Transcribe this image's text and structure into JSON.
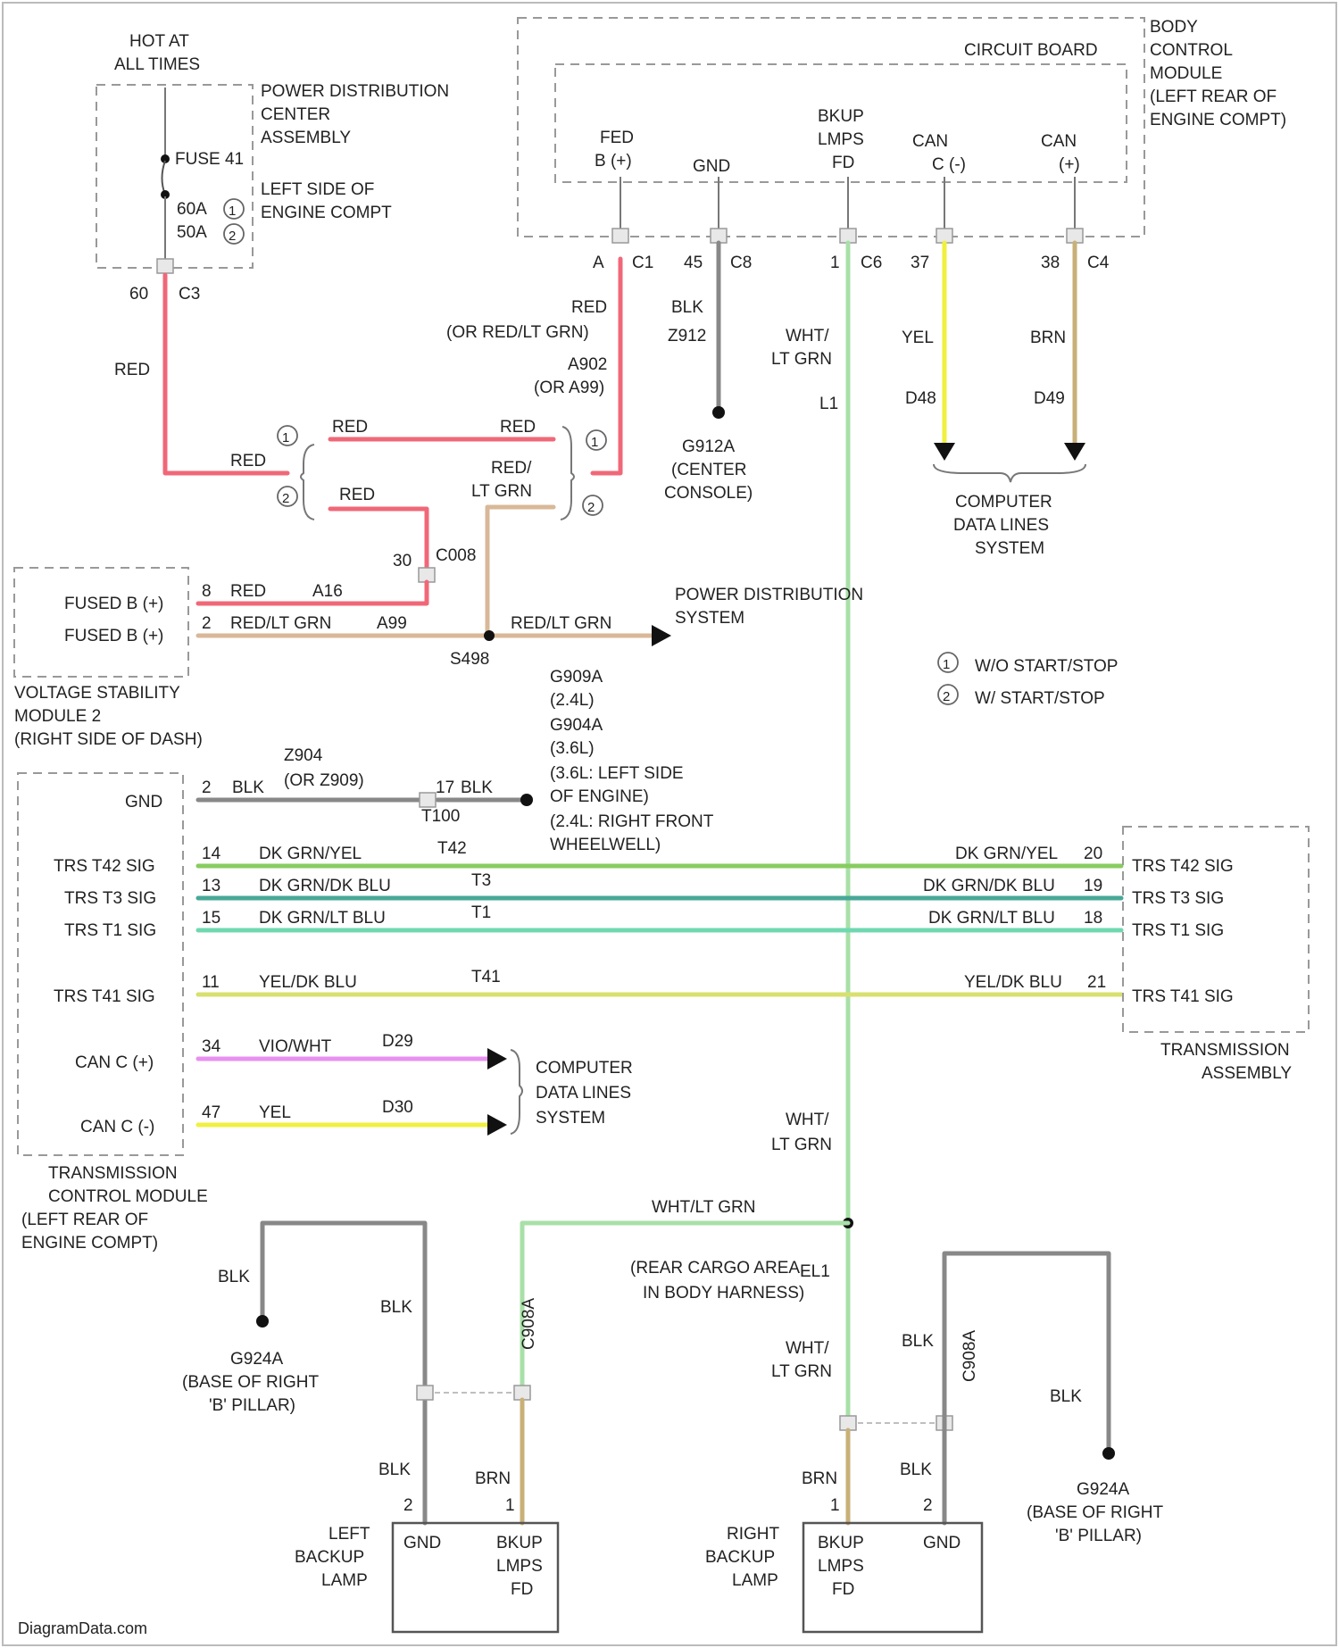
{
  "colors": {
    "red": "#f06878",
    "blk": "#888888",
    "grn": "#a8e0a8",
    "yel": "#f0f040",
    "brn": "#c8b078",
    "redltgrn": "#d8b898",
    "dkgrnyel": "#88cc60",
    "dkgrndkblu": "#48a898",
    "dkgrnltblu": "#70d8b0",
    "yeldkblu": "#d8e070",
    "vio": "#e890f0"
  },
  "labels": {
    "hot": "HOT AT",
    "hot2": "ALL TIMES",
    "pdc1": "POWER DISTRIBUTION",
    "pdc2": "CENTER",
    "pdc3": "ASSEMBLY",
    "pdc4": "LEFT SIDE OF",
    "pdc5": "ENGINE COMPT",
    "fuse": "FUSE 41",
    "f60": "60A",
    "f50": "50A",
    "pin60": "60",
    "c3": "C3",
    "red_v": "RED",
    "bcm1": "BODY",
    "bcm2": "CONTROL",
    "bcm3": "MODULE",
    "bcm4": "(LEFT REAR OF",
    "bcm5": "ENGINE COMPT)",
    "cb": "CIRCUIT BOARD",
    "fed1": "FED",
    "fed2": "B (+)",
    "gnd_bcm": "GND",
    "bkup1": "BKUP",
    "bkup2": "LMPS",
    "bkup3": "FD",
    "can1": "CAN",
    "can1b": "C (-)",
    "can2": "CAN",
    "can2b": "(+)",
    "pa": "A",
    "c1": "C1",
    "p45": "45",
    "c8a": "C8",
    "p1": "1",
    "c6": "C6",
    "p37": "37",
    "p38": "38",
    "c4": "C4",
    "red_top": "RED",
    "orred": "(OR RED/LT GRN)",
    "a902": "A902",
    "ora": "(OR A99)",
    "blk1": "BLK",
    "z912": "Z912",
    "whtltgrn1": "WHT/",
    "whtltgrn2": "LT GRN",
    "l1": "L1",
    "yel1": "YEL",
    "brn1": "BRN",
    "d48": "D48",
    "d49": "D49",
    "g912": "G912A",
    "g912b": "(CENTER",
    "g912c": "CONSOLE)",
    "cdl1": "COMPUTER",
    "cdl2": "DATA LINES",
    "cdl3": "SYSTEM",
    "red_a": "RED",
    "red_b": "RED",
    "red_c": "RED",
    "red_d": "RED",
    "red_e": "RED/",
    "ltgrn_e": "LT GRN",
    "p30": "30",
    "c008": "C008",
    "vsm1": "VOLTAGE STABILITY",
    "vsm2": "MODULE 2",
    "vsm3": "(RIGHT SIDE OF DASH)",
    "fb1": "FUSED B (+)",
    "fb2": "FUSED B (+)",
    "p8": "8",
    "red_f": "RED",
    "a16": "A16",
    "p2a": "2",
    "redltgrn_g": "RED/LT GRN",
    "a99": "A99",
    "s498": "S498",
    "redltgrn_h": "RED/LT GRN",
    "pds1": "POWER DISTRIBUTION",
    "pds2": "SYSTEM",
    "leg1": "W/O START/STOP",
    "leg2": "W/ START/STOP",
    "g909a1": "G909A",
    "g909a2": "(2.4L)",
    "g909a3": "G904A",
    "g909a4": "(3.6L)",
    "g909a5": "(3.6L: LEFT SIDE",
    "g909a6": "OF ENGINE)",
    "g909a7": "(2.4L: RIGHT FRONT",
    "g909a8": "WHEELWELL)",
    "z904": "Z904",
    "orz909": "(OR Z909)",
    "gnd_tcm": "GND",
    "p2b": "2",
    "blk2": "BLK",
    "p17": "17",
    "blk3": "BLK",
    "t100": "T100",
    "trs42": "TRS T42 SIG",
    "trs3": "TRS T3 SIG",
    "trs1": "TRS T1 SIG",
    "trs41": "TRS T41 SIG",
    "canc_p": "CAN C (+)",
    "canc_m": "CAN C (-)",
    "p14": "14",
    "dkgrnyel": "DK GRN/YEL",
    "t42": "T42",
    "dkgrnyel_r": "DK GRN/YEL",
    "p20": "20",
    "p13": "13",
    "dkgrndkblu": "DK GRN/DK BLU",
    "t3": "T3",
    "dkgrndkblu_r": "DK GRN/DK BLU",
    "p19": "19",
    "p15": "15",
    "dkgrnltblu": "DK GRN/LT BLU",
    "t1": "T1",
    "dkgrnltblu_r": "DK GRN/LT BLU",
    "p18": "18",
    "p11": "11",
    "yeldkblu": "YEL/DK BLU",
    "t41": "T41",
    "yeldkblu_r": "YEL/DK BLU",
    "p21": "21",
    "tcm1": "TRANSMISSION",
    "tcm2": "CONTROL MODULE",
    "tcm3": "(LEFT REAR OF",
    "tcm4": "ENGINE COMPT)",
    "tra1": "TRANSMISSION",
    "tra2": "ASSEMBLY",
    "p34": "34",
    "viowht": "VIO/WHT",
    "d29": "D29",
    "p47": "47",
    "yel2": "YEL",
    "d30": "D30",
    "cdl4": "COMPUTER",
    "cdl5": "DATA LINES",
    "cdl6": "SYSTEM",
    "wht2": "WHT/",
    "ltgrn2": "LT GRN",
    "whtltgrn3": "WHT/LT GRN",
    "el1": "EL1",
    "el1b": "(REAR CARGO AREA,",
    "el1c": "IN BODY HARNESS)",
    "blk4": "BLK",
    "blk5": "BLK",
    "c908": "C908A",
    "g924a": "G924A",
    "g924b": "(BASE OF RIGHT",
    "g924c": "'B' PILLAR)",
    "wht3": "WHT/",
    "ltgrn3": "LT GRN",
    "blk6": "BLK",
    "c908b": "C908A",
    "blk7": "BLK",
    "g924d": "G924A",
    "g924e": "(BASE OF RIGHT",
    "g924f": "'B' PILLAR)",
    "blk8": "BLK",
    "p2c": "2",
    "brn2": "BRN",
    "p1b": "1",
    "brn3": "BRN",
    "p1c": "1",
    "blk9": "BLK",
    "p2d": "2",
    "lbl1": "LEFT",
    "lbl2": "BACKUP",
    "lbl3": "LAMP",
    "rbl1": "RIGHT",
    "rbl2": "BACKUP",
    "rbl3": "LAMP",
    "lgnd": "GND",
    "lbk1": "BKUP",
    "lbk2": "LMPS",
    "lbk3": "FD",
    "rbk1": "BKUP",
    "rbk2": "LMPS",
    "rbk3": "FD",
    "rgnd": "GND",
    "foot": "DiagramData.com",
    "one": "1",
    "two": "2"
  }
}
